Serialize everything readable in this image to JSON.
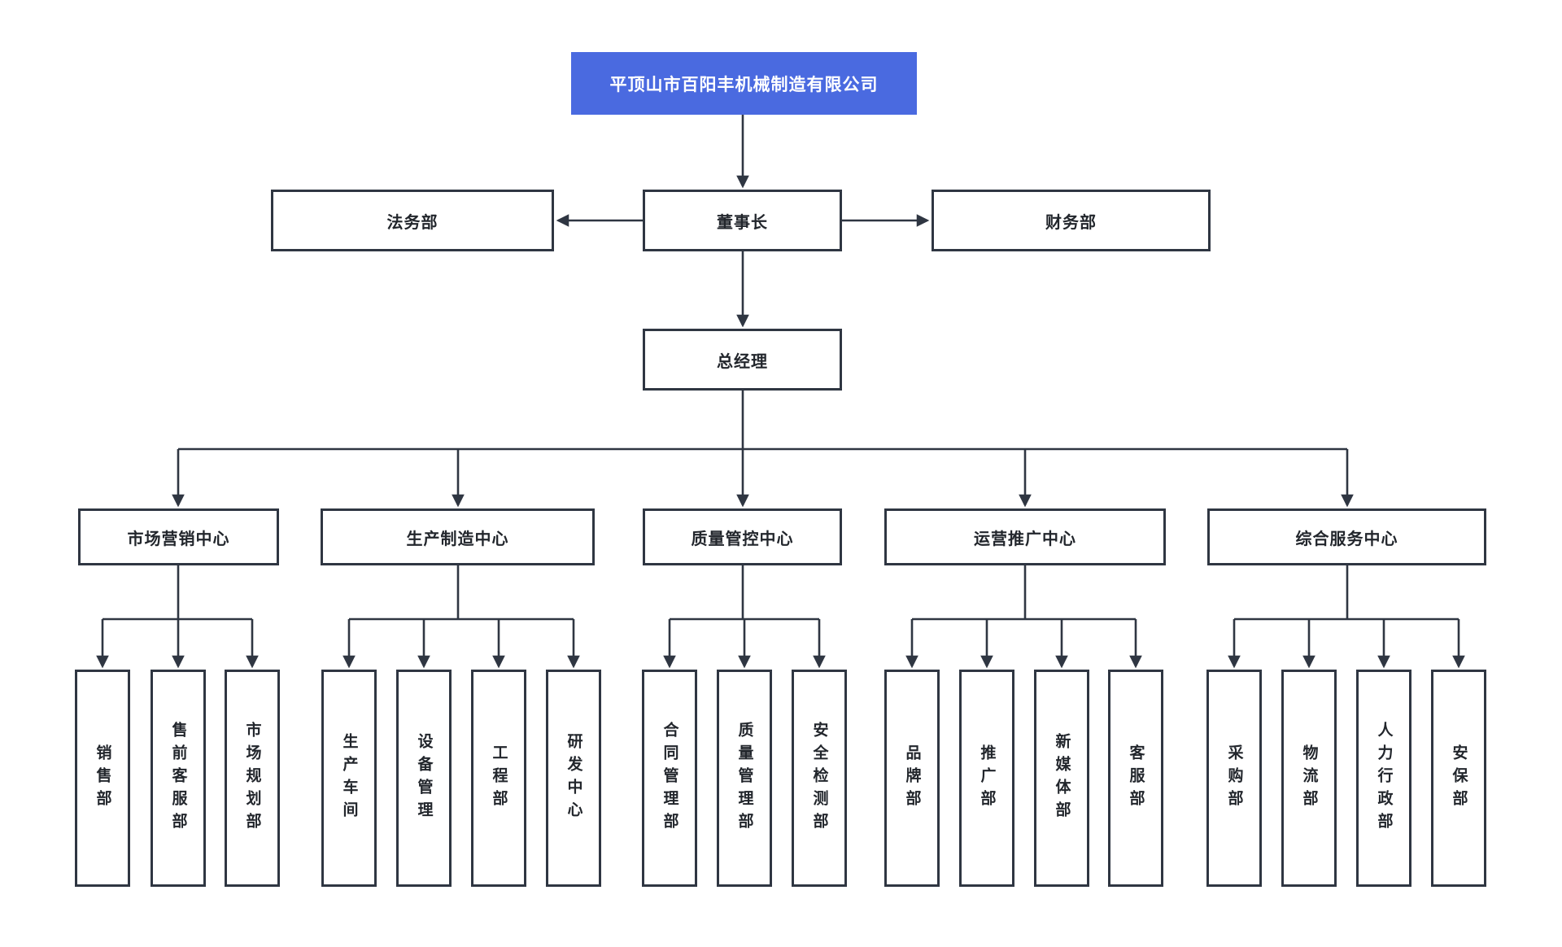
{
  "org": {
    "root": "平顶山市百阳丰机械制造有限公司",
    "level2": {
      "left": "法务部",
      "center": "董事长",
      "right": "财务部"
    },
    "general_manager": "总经理",
    "centers": [
      {
        "label": "市场营销中心",
        "children": [
          "销售部",
          "售前客服部",
          "市场规划部"
        ]
      },
      {
        "label": "生产制造中心",
        "children": [
          "生产车间",
          "设备管理",
          "工程部",
          "研发中心"
        ]
      },
      {
        "label": "质量管控中心",
        "children": [
          "合同管理部",
          "质量管理部",
          "安全检测部"
        ]
      },
      {
        "label": "运营推广中心",
        "children": [
          "品牌部",
          "推广部",
          "新媒体部",
          "客服部"
        ]
      },
      {
        "label": "综合服务中心",
        "children": [
          "采购部",
          "物流部",
          "人力行政部",
          "安保部"
        ]
      }
    ]
  },
  "colors": {
    "root_background": "#4a6ae0",
    "root_text": "#ffffff",
    "box_border": "#2f3642",
    "connector_line": "#2f3642",
    "label_text": "#22262c",
    "page_background": "#ffffff"
  }
}
